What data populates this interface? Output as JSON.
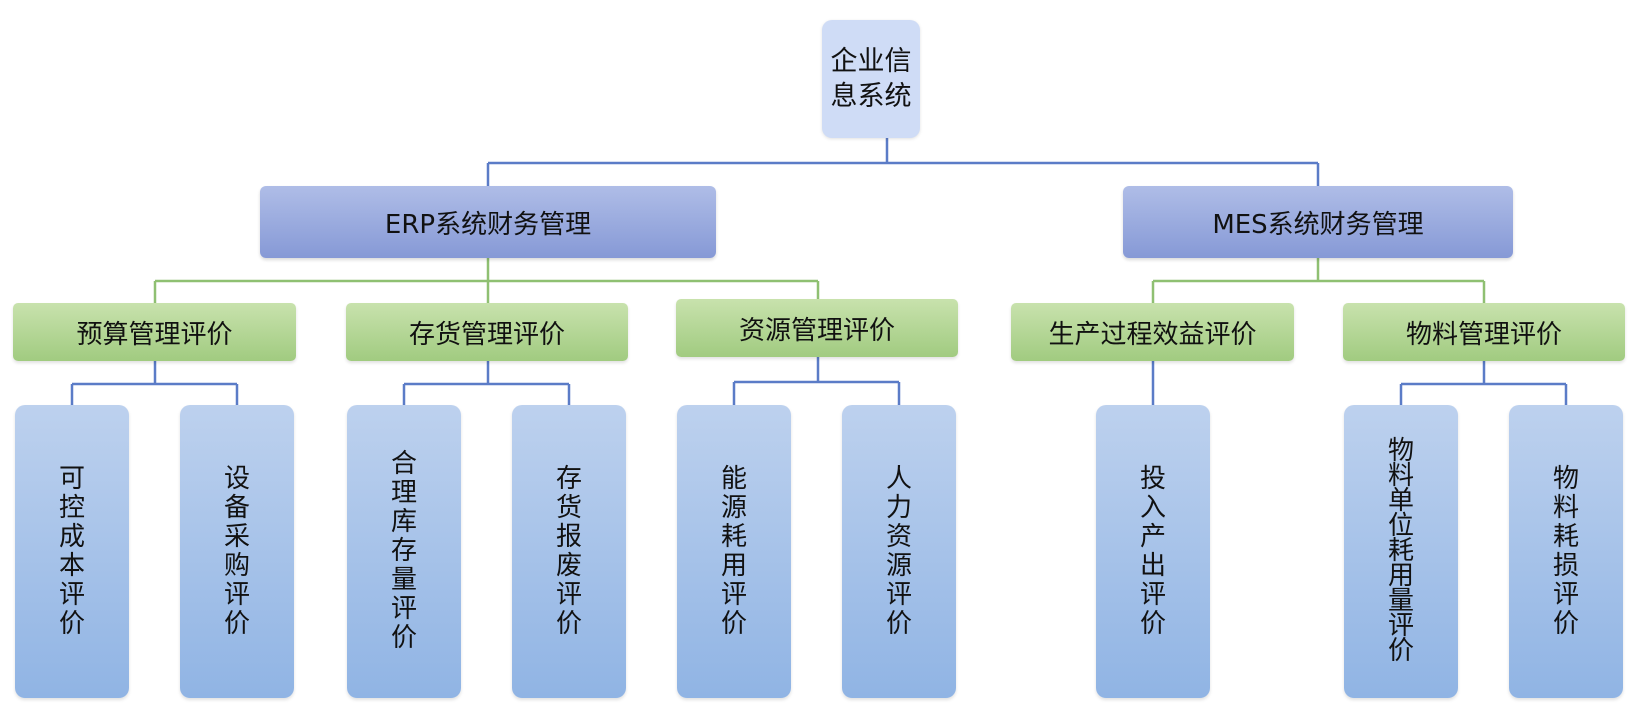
{
  "colors": {
    "root_fill": "#cfdcf6",
    "erp_mes_fill": "#8e9fd9",
    "evaluation_fill": "#a9d08e",
    "leaf_fill": "#9dbde8",
    "connector_upper": "#5b7cc7",
    "connector_green": "#8fc072"
  },
  "diagram": {
    "root": {
      "label": "企业信息系统"
    },
    "erp": {
      "label": "ERP系统财务管理",
      "groups": [
        {
          "label": "预算管理评价",
          "items": [
            "可控成本评价",
            "设备采购评价"
          ]
        },
        {
          "label": "存货管理评价",
          "items": [
            "合理库存量评价",
            "存货报废评价"
          ]
        },
        {
          "label": "资源管理评价",
          "items": [
            "能源耗用评价",
            "人力资源评价"
          ]
        }
      ]
    },
    "mes": {
      "label": "MES系统财务管理",
      "groups": [
        {
          "label": "生产过程效益评价",
          "items": [
            "投入产出评价"
          ]
        },
        {
          "label": "物料管理评价",
          "items": [
            "物料单位耗用量评价",
            "物料耗损评价"
          ]
        }
      ]
    }
  }
}
